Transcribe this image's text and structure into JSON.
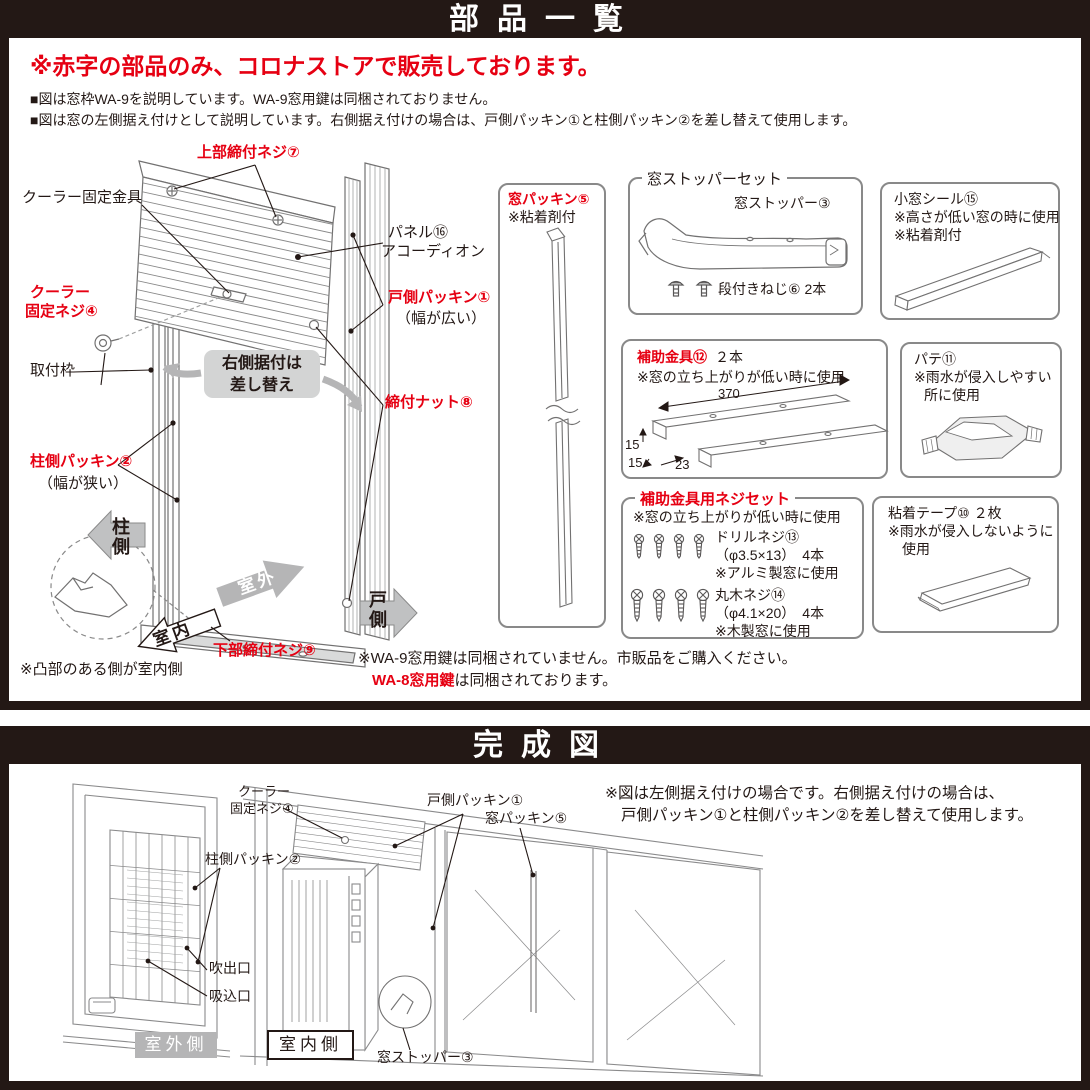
{
  "colors": {
    "accent_red": "#e60012",
    "frame_dark": "#231815",
    "line_gray": "#595757",
    "arrow_gray": "#c0c1c2"
  },
  "icons": {
    "screw": "screw-icon",
    "stepped_screw": "stepped-screw-icon",
    "drill_screw": "drill-screw-icon",
    "wood_screw": "wood-screw-icon"
  },
  "parts": {
    "title": "部品一覧",
    "headline": "※赤字の部品のみ、コロナストアで販売しております。",
    "note1": "■図は窓枠WA-9を説明しています。WA-9窓用鍵は同梱されておりません。",
    "note2": "■図は窓の左側据え付けとして説明しています。右側据え付けの場合は、戸側パッキン①と柱側パッキン②を差し替えて使用します。",
    "diagram": {
      "upper_screw": "上部締付ネジ⑦",
      "cooler_bracket": "クーラー固定金具",
      "panel_line1": "パネル⑯",
      "panel_line2": "アコーディオン",
      "cooler_screw_line1": "クーラー",
      "cooler_screw_line2": "固定ネジ④",
      "door_packing": "戸側パッキン①",
      "door_packing_sub": "（幅が広い）",
      "mount_frame": "取付枠",
      "swap_line1": "右側据付は",
      "swap_line2": "差し替え",
      "tighten_nut": "締付ナット⑧",
      "pillar_packing": "柱側パッキン②",
      "pillar_packing_sub": "（幅が狭い）",
      "pillar_arrow": "柱側",
      "outdoor_arrow": "室外",
      "indoor_arrow": "室内",
      "lower_screw": "下部締付ネジ⑨",
      "protrusion_note": "※凸部のある側が室内側",
      "door_arrow": "戸側"
    },
    "window_packing_box": {
      "title": "窓パッキン⑤",
      "note": "※粘着剤付"
    },
    "stopper_box": {
      "legend": "窓ストッパーセット",
      "stopper": "窓ストッパー③",
      "screw": "段付きねじ⑥ 2本"
    },
    "small_window_box": {
      "title": "小窓シール⑮",
      "note1": "※高さが低い窓の時に使用",
      "note2": "※粘着剤付"
    },
    "aux_bracket_box": {
      "title": "補助金具⑫",
      "qty": "２本",
      "note": "※窓の立ち上がりが低い時に使用",
      "dim_length": "370",
      "dim_h1": "15",
      "dim_h2": "15",
      "dim_w": "23"
    },
    "putty_box": {
      "title": "パテ⑪",
      "note1": "※雨水が侵入しやすい",
      "note2": "所に使用"
    },
    "screw_set_box": {
      "legend": "補助金具用ネジセット",
      "note": "※窓の立ち上がりが低い時に使用",
      "drill_name": "ドリルネジ⑬",
      "drill_size": "（φ3.5×13）　4本",
      "drill_note": "※アルミ製窓に使用",
      "wood_name": "丸木ネジ⑭",
      "wood_size": "（φ4.1×20）　4本",
      "wood_note": "※木製窓に使用"
    },
    "tape_box": {
      "title": "粘着テープ⑩ ２枚",
      "note1": "※雨水が侵入しないように",
      "note2": "使用"
    },
    "key_note1": "※WA-9窓用鍵は同梱されていません。市販品をご購入ください。",
    "key_note2_red": "WA-8窓用鍵",
    "key_note2_rest": "は同梱されております。"
  },
  "finished": {
    "title": "完成図",
    "note_line1": "※図は左側据え付けの場合です。右側据え付けの場合は、",
    "note_line2": "戸側パッキン①と柱側パッキン②を差し替えて使用します。",
    "labels": {
      "cooler_screw_line1": "クーラー",
      "cooler_screw_line2": "固定ネジ④",
      "door_packing": "戸側パッキン①",
      "window_packing": "窓パッキン⑤",
      "pillar_packing": "柱側パッキン②",
      "outlet": "吹出口",
      "inlet": "吸込口",
      "outdoor_side": "室外側",
      "indoor_side": "室内側",
      "window_stopper": "窓ストッパー③"
    }
  }
}
